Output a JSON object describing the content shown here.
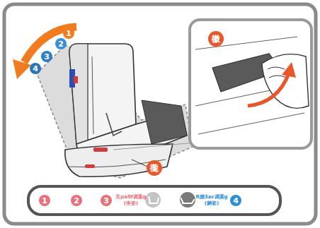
{
  "diagram": {
    "nodes": [
      {
        "text": [
          "1"
        ]
      },
      {
        "text": [
          "2"
        ]
      },
      {
        "text": [
          "3"
        ]
      },
      {
        "text": [
          "4"
        ]
      },
      {
        "text": [
          "徽"
        ]
      },
      {
        "text": [
          "徿"
        ]
      },
      {
        "text": [
          "无pa9f调案g (坐姿)",
          "R腰3ac调案g (躺姿)"
        ]
      },
      {
        "text": [
          "1"
        ],
        "in": 6
      },
      {
        "text": [
          "2"
        ],
        "in": 6
      },
      {
        "text": [
          "3"
        ],
        "in": 6
      },
      {
        "text": [
          "4"
        ],
        "in": 6
      }
    ]
  }
}
